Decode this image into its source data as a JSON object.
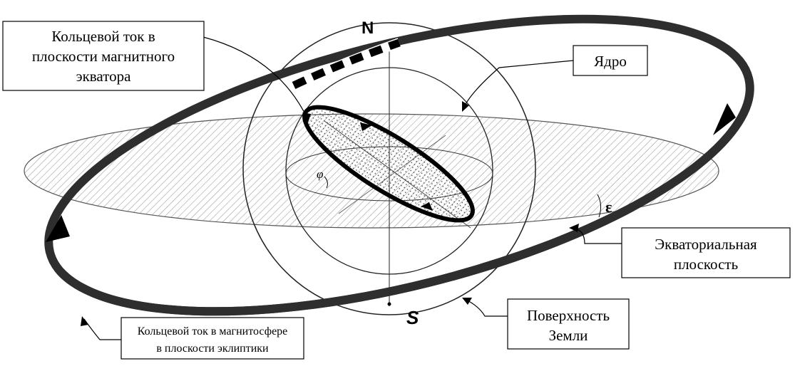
{
  "labels": {
    "north": "N",
    "south": "S",
    "phi": "φ",
    "epsilon": "ε",
    "core": "Ядро",
    "ring_magnetic_line1": "Кольцевой ток в",
    "ring_magnetic_line2": "плоскости магнитного",
    "ring_magnetic_line3": "экватора",
    "equatorial_line1": "Экваториальная",
    "equatorial_line2": "плоскость",
    "surface_line1": "Поверхность",
    "surface_line2": "Земли",
    "ring_ecliptic_line1": "Кольцевой ток в магнитосфере",
    "ring_ecliptic_line2": "в плоскости эклиптики"
  },
  "colors": {
    "stroke": "#000000",
    "hatch": "#9a9a9a",
    "background": "#ffffff"
  }
}
